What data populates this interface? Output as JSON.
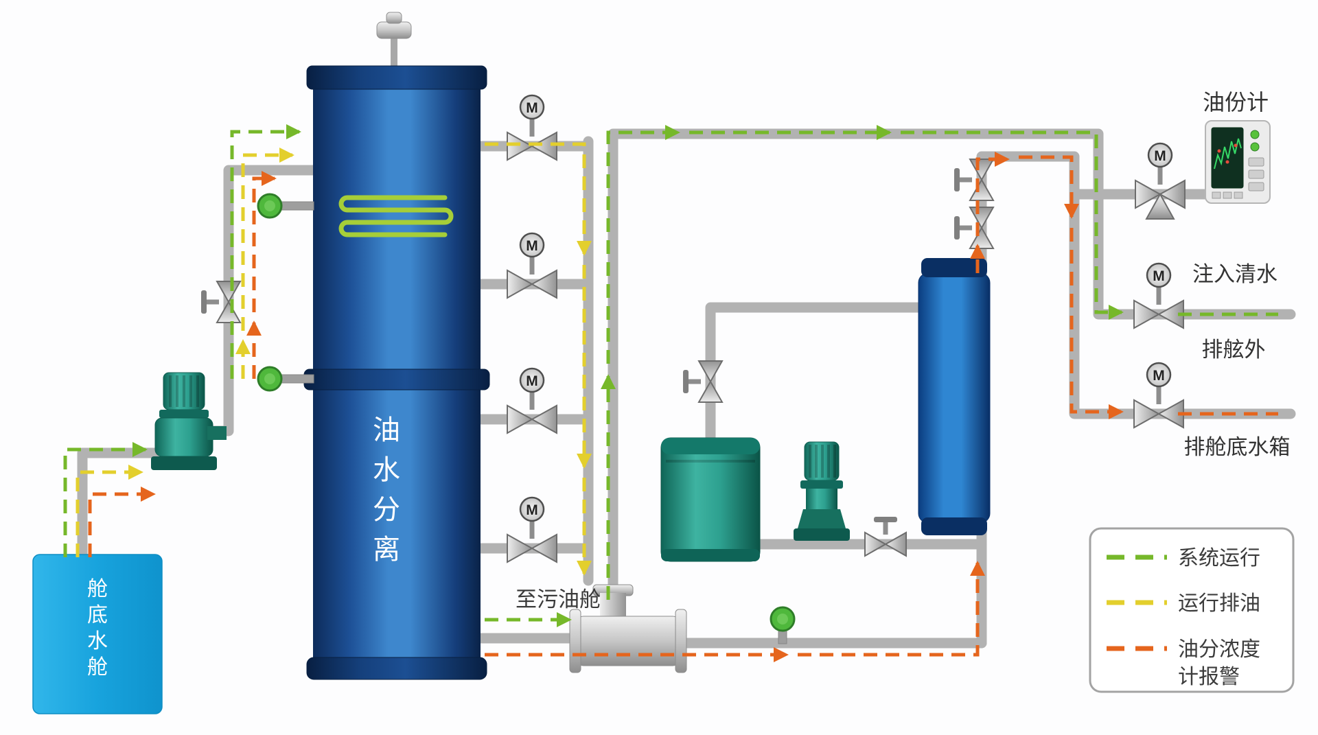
{
  "diagram": {
    "bilge_tank": {
      "label": "舱底水舱"
    },
    "separator": {
      "label": "油水分离"
    },
    "annotations": {
      "to_dirty_oil_tank": "至污油舱",
      "oil_content_meter": "油份计",
      "inject_fresh_water": "注入清水",
      "discharge_overboard": "排舷外",
      "discharge_bilge_tank": "排舱底水箱"
    },
    "motor_label": "M",
    "legend": {
      "items": [
        {
          "label": "系统运行",
          "color": "#76b82a"
        },
        {
          "label": "运行排油",
          "color": "#e3cf2d"
        },
        {
          "label_line1": "油分浓度",
          "label_line2": "计报警",
          "color": "#e5651d"
        }
      ]
    },
    "colors": {
      "flow_system": "#76b82a",
      "flow_oil": "#e3cf2d",
      "flow_alarm": "#e5651d",
      "pipe_gray": "#b2b2b2",
      "gauge_green": "#4fb83c"
    }
  }
}
